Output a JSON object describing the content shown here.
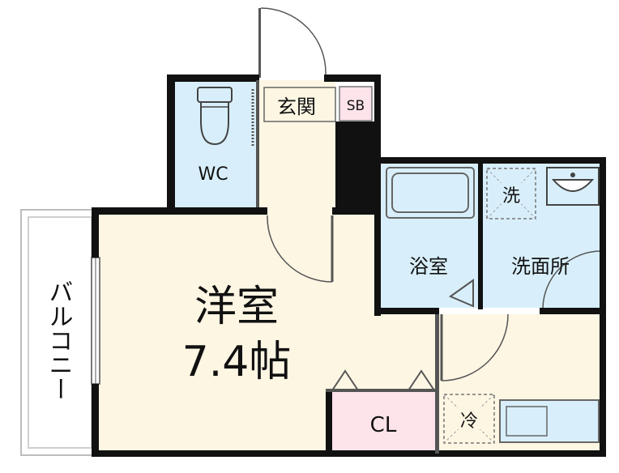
{
  "rooms": {
    "entrance": "玄関",
    "shoe_box": "SB",
    "wc": "WC",
    "bath": "浴室",
    "washroom": "洗面所",
    "washer": "洗",
    "western_room_name": "洋室",
    "western_room_size": "7.4帖",
    "closet": "CL",
    "fridge": "冷",
    "balcony": "バルコニー"
  },
  "colors": {
    "floor": "#fdf6e3",
    "wet_area": "#d8effb",
    "closet": "#fde3ea",
    "balcony": "#ffffff",
    "wall": "#111111"
  }
}
